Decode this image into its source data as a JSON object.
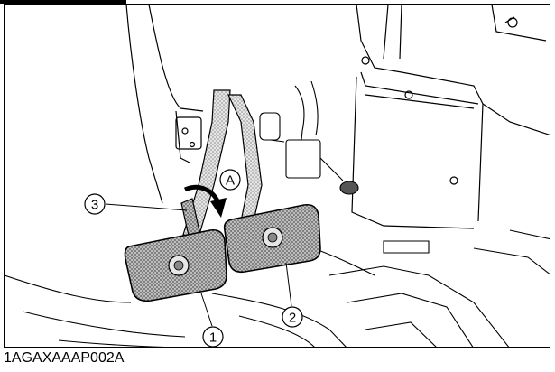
{
  "figure": {
    "code": "1AGAXAAAP002A",
    "callouts": {
      "c1": "1",
      "c2": "2",
      "c3": "3",
      "cA": "A"
    }
  },
  "colors": {
    "line": "#000000",
    "background": "#ffffff",
    "shade_light": "#d9d9d9",
    "shade_mid": "#a8a8a8",
    "shade_dark": "#6e6e6e"
  }
}
